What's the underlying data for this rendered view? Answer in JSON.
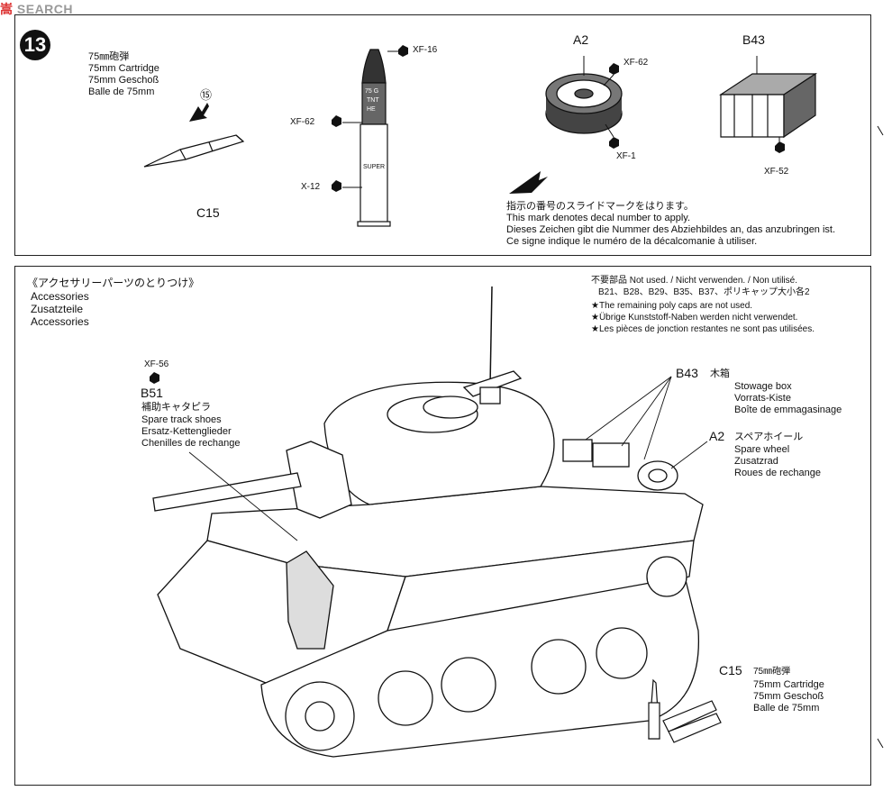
{
  "watermark": {
    "prefix": "嵩",
    "site": "SEARCH"
  },
  "step": {
    "number": "13",
    "cartridge_label": {
      "jp": "75㎜砲弾",
      "en": "75mm Cartridge",
      "de": "75mm Geschoß",
      "fr": "Balle de 75mm"
    },
    "part_c15": "C15",
    "circled_15": "⑮",
    "shell_paints": {
      "top": "XF-16",
      "middle": "XF-62",
      "bottom": "X-12"
    },
    "shell_marking": {
      "line1": "75 G",
      "line2": "TNT",
      "line3": "HE",
      "super": "SUPER"
    },
    "wheel": {
      "part": "A2",
      "paint_top": "XF-62",
      "paint_bottom": "XF-1"
    },
    "box": {
      "part": "B43",
      "paint": "XF-52"
    },
    "decal_note": {
      "jp": "指示の番号のスライドマークをはります。",
      "en": "This mark denotes decal number to apply.",
      "de": "Dieses Zeichen gibt die Nummer des Abziehbildes an, das anzubringen ist.",
      "fr": "Ce signe indique le numéro de la décalcomanie à utiliser."
    }
  },
  "accessories": {
    "title_jp": "《アクセサリーパーツのとりつけ》",
    "title_en": "Accessories",
    "title_de": "Zusatzteile",
    "title_fr": "Accessories",
    "not_used": {
      "line1": "不要部品  Not used. / Nicht verwenden. / Non utilisé.",
      "line2": "B21、B28、B29、B35、B37、ポリキャップ大小各2",
      "line3": "★The remaining poly caps are not used.",
      "line4": "★Übrige Kunststoff-Naben werden nicht verwendet.",
      "line5": "★Les pièces de jonction restantes ne sont pas utilisées."
    },
    "b51": {
      "paint": "XF-56",
      "part": "B51",
      "jp": "補助キャタピラ",
      "en": "Spare track shoes",
      "de": "Ersatz-Kettenglieder",
      "fr": "Chenilles de rechange"
    },
    "b43": {
      "part": "B43",
      "jp": "木箱",
      "en": "Stowage box",
      "de": "Vorrats-Kiste",
      "fr": "Boîte de emmagasinage"
    },
    "a2": {
      "part": "A2",
      "jp": "スペアホイール",
      "en": "Spare wheel",
      "de": "Zusatzrad",
      "fr": "Roues de rechange"
    },
    "c15": {
      "part": "C15",
      "jp": "75㎜砲弾",
      "en": "75mm Cartridge",
      "de": "75mm Geschoß",
      "fr": "Balle de 75mm"
    }
  }
}
